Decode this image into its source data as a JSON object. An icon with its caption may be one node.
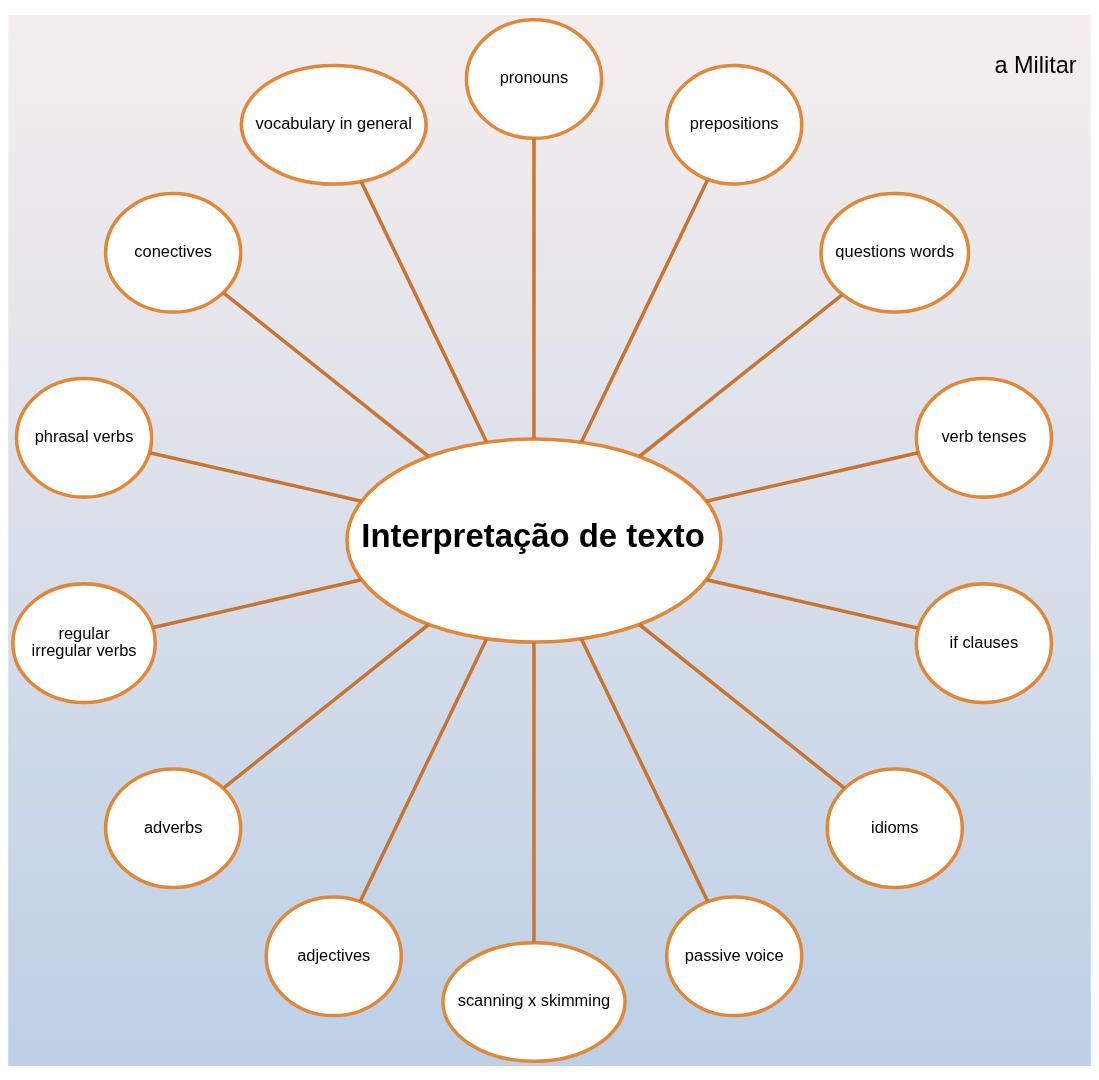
{
  "diagram": {
    "nodes": [
      {
        "text": [
          "Interpretação de texto"
        ]
      },
      {
        "text": [
          "verb tenses"
        ]
      },
      {
        "text": [
          "questions words"
        ]
      },
      {
        "text": [
          "prepositions"
        ]
      },
      {
        "text": [
          "pronouns"
        ]
      },
      {
        "text": [
          "vocabulary in general"
        ]
      },
      {
        "text": [
          "conectives"
        ]
      },
      {
        "text": [
          "phrasal verbs"
        ]
      },
      {
        "text": [
          "regular",
          "irregular verbs"
        ]
      },
      {
        "text": [
          "adverbs"
        ]
      },
      {
        "text": [
          "adjectives"
        ]
      },
      {
        "text": [
          "scanning x skimming"
        ]
      },
      {
        "text": [
          "passive voice"
        ]
      },
      {
        "text": [
          "idioms"
        ]
      },
      {
        "text": [
          "if clauses"
        ]
      }
    ],
    "edges": [
      {
        "from": 0,
        "to": 1,
        "arrow": "none"
      },
      {
        "from": 0,
        "to": 2,
        "arrow": "none"
      },
      {
        "from": 0,
        "to": 3,
        "arrow": "none"
      },
      {
        "from": 0,
        "to": 4,
        "arrow": "none"
      },
      {
        "from": 0,
        "to": 5,
        "arrow": "none"
      },
      {
        "from": 0,
        "to": 6,
        "arrow": "none"
      },
      {
        "from": 0,
        "to": 7,
        "arrow": "none"
      },
      {
        "from": 0,
        "to": 8,
        "arrow": "none"
      },
      {
        "from": 0,
        "to": 9,
        "arrow": "none"
      },
      {
        "from": 0,
        "to": 10,
        "arrow": "none"
      },
      {
        "from": 0,
        "to": 11,
        "arrow": "none"
      },
      {
        "from": 0,
        "to": 12,
        "arrow": "none"
      },
      {
        "from": 0,
        "to": 13,
        "arrow": "none"
      },
      {
        "from": 0,
        "to": 14,
        "arrow": "none"
      }
    ],
    "labels": [
      "a Militar"
    ]
  }
}
